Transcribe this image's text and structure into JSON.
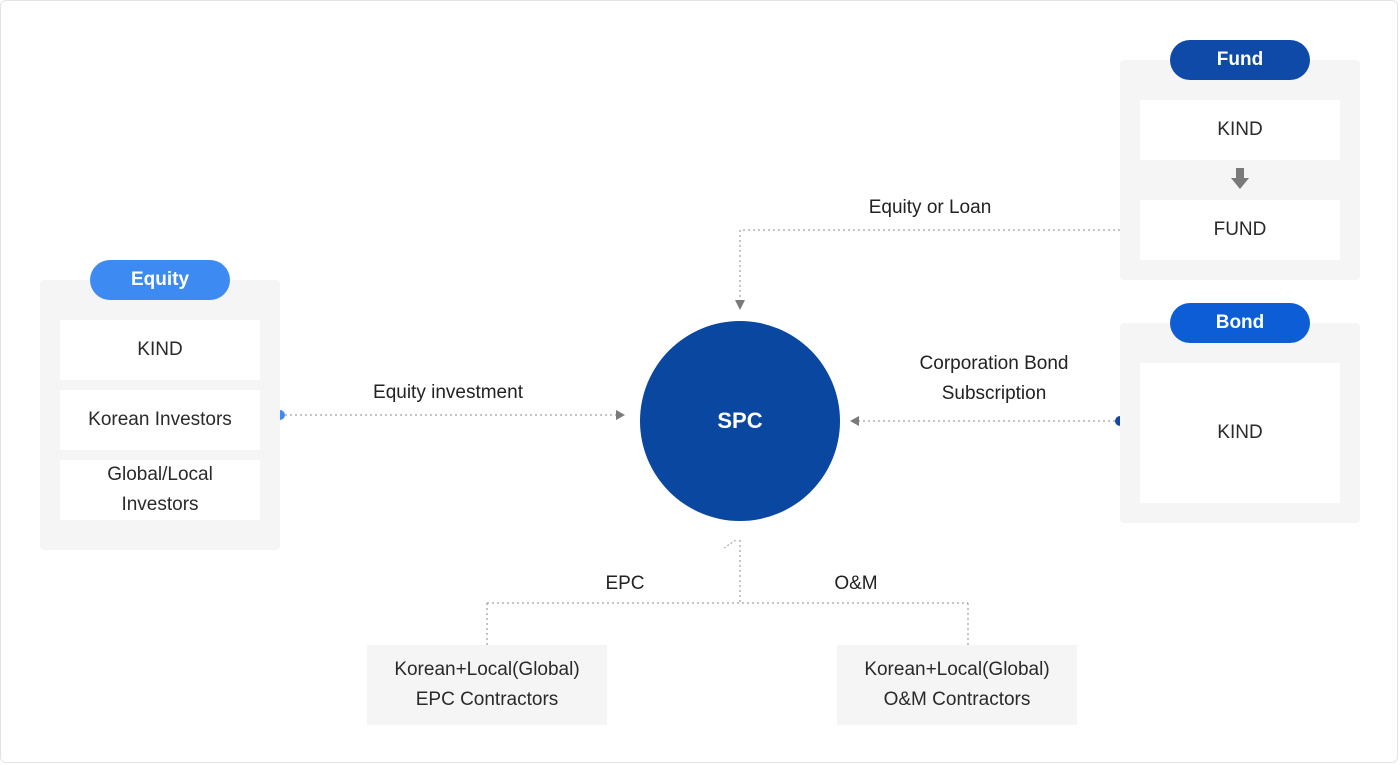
{
  "colors": {
    "equity_pill": "#3d8bf2",
    "fund_pill": "#0f4aa8",
    "bond_pill": "#0d5ed6",
    "spc_circle": "#0a47a1",
    "panel_bg": "#f5f5f5",
    "dot_blue": "#3d8bf2",
    "dot_navy": "#1747a6",
    "connector": "#8a8a8a",
    "arrow_down_icon": "#7a7a7a"
  },
  "equity": {
    "title": "Equity",
    "items": [
      "KIND",
      "Korean Investors",
      "Global/Local\nInvestors"
    ]
  },
  "fund": {
    "title": "Fund",
    "items": [
      "KIND",
      "FUND"
    ],
    "arrow_icon": "arrow-down-icon"
  },
  "bond": {
    "title": "Bond",
    "items": [
      "KIND"
    ]
  },
  "spc": {
    "label": "SPC"
  },
  "flows": {
    "equity_investment": "Equity investment",
    "equity_or_loan": "Equity or Loan",
    "corporation_bond": "Corporation Bond\nSubscription",
    "epc": "EPC",
    "om": "O&M"
  },
  "contractors": {
    "epc": "Korean+Local(Global)\nEPC Contractors",
    "om": "Korean+Local(Global)\nO&M Contractors"
  }
}
